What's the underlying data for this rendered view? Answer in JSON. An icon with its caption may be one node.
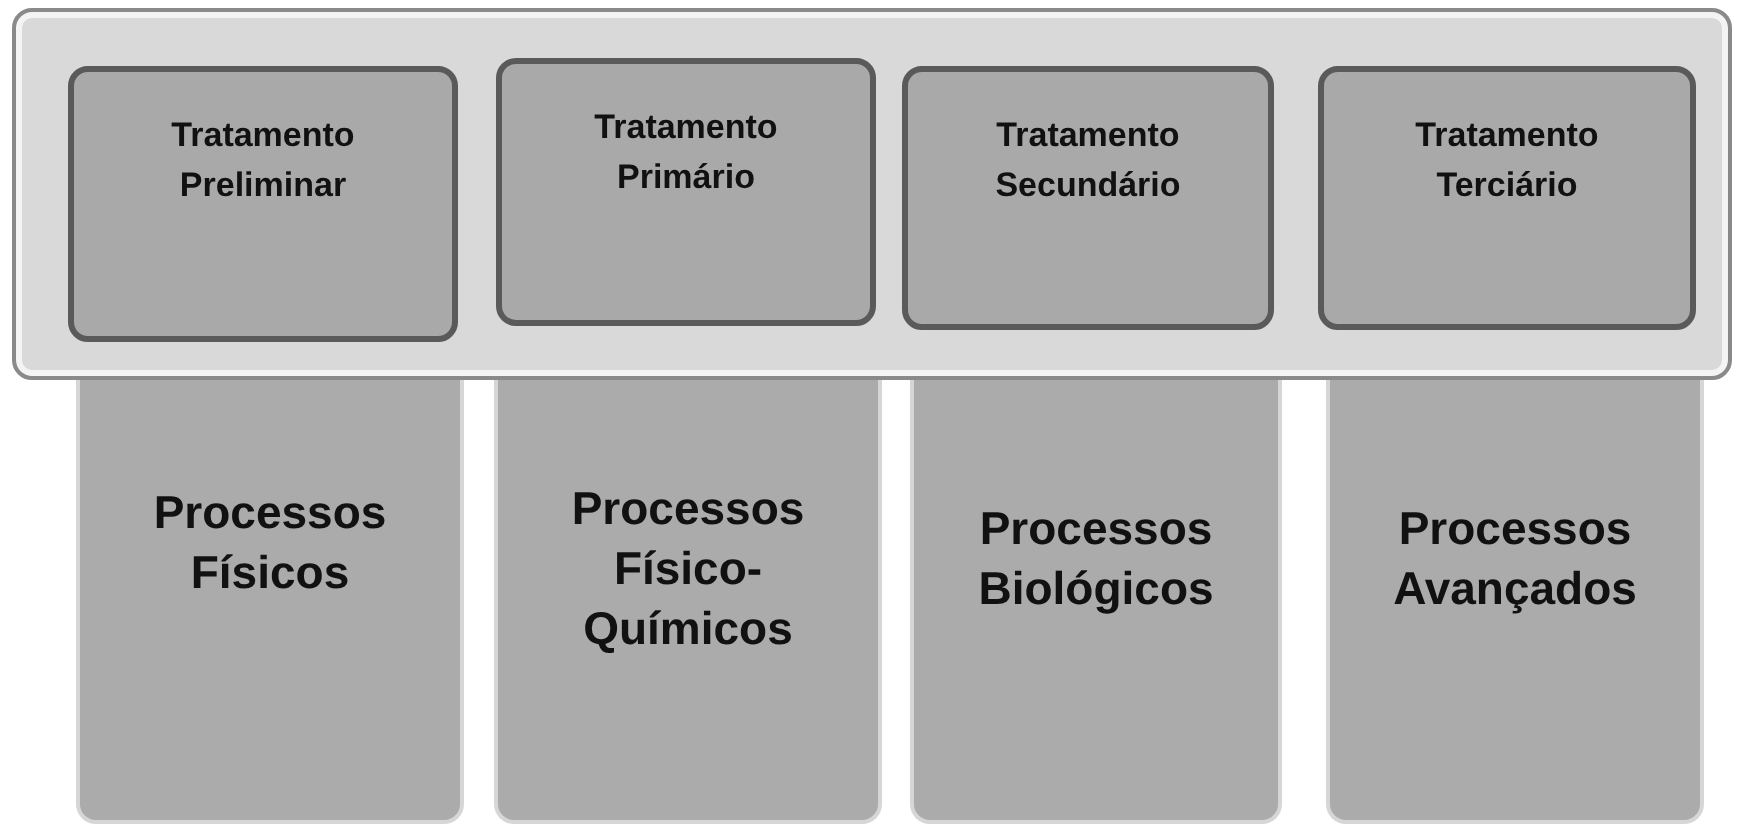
{
  "diagram": {
    "nodes": [
      {
        "text": [],
        "shape": "box"
      },
      {
        "text": [
          "Tratamento Preliminar"
        ],
        "in": 0
      },
      {
        "text": [
          "Tratamento Primário"
        ],
        "in": 0
      },
      {
        "text": [
          "Tratamento Secundário"
        ],
        "in": 0
      },
      {
        "text": [
          "Tratamento Terciário"
        ],
        "in": 0
      },
      {
        "text": [
          "Processos Físicos"
        ]
      },
      {
        "text": [
          "Processos Físico- Químicos"
        ]
      },
      {
        "text": [
          "Processos Biológicos"
        ]
      },
      {
        "text": [
          "Processos Avançados"
        ]
      }
    ]
  }
}
